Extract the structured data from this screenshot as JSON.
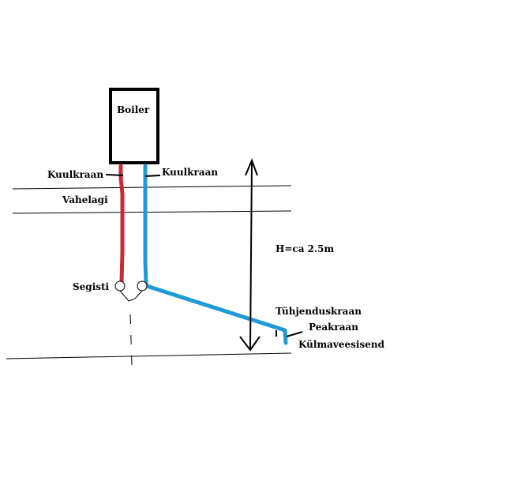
{
  "labels": {
    "boiler": "Boiler",
    "valve_left": "Kuulkraan",
    "valve_right": "Kuulkraan",
    "floor": "Vahelagi",
    "height": "H=ca 2.5m",
    "mixer": "Segisti",
    "drain_valve": "Tühjenduskraan",
    "main_valve": "Peakraan",
    "cold_inlet": "Külmaveesisend"
  },
  "colors": {
    "hot_pipe": "#cc2a36",
    "cold_pipe": "#1e9ad6",
    "line": "#000000",
    "background": "#ffffff"
  }
}
